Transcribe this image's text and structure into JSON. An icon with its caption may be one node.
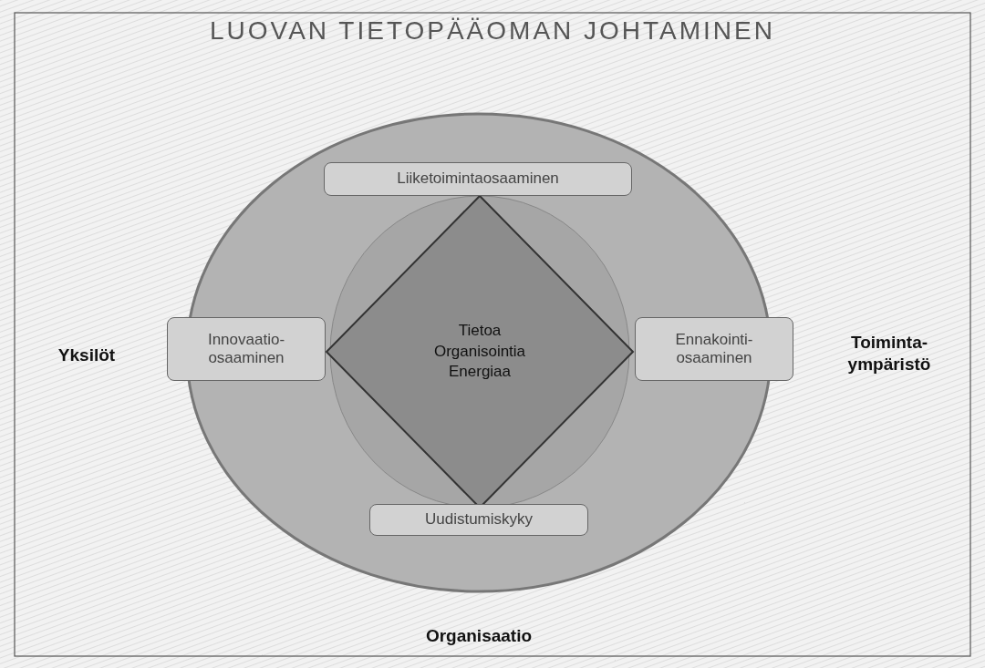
{
  "diagram": {
    "title": "LUOVAN TIETOPÄÄOMAN JOHTAMINEN",
    "nodes": [
      {
        "text": [],
        "shape": "circle"
      },
      {
        "text": [],
        "shape": "circle",
        "in": 0
      },
      {
        "text": [
          "Tietoa Organisointia Energiaa"
        ],
        "in": 1
      },
      {
        "text": [
          "Liiketoimintaosaaminen"
        ],
        "in": 0
      },
      {
        "text": [
          "Innovaatio-osaaminen"
        ]
      },
      {
        "text": [
          "Ennakointi-osaaminen"
        ]
      },
      {
        "text": [
          "Uudistumiskyky"
        ],
        "in": 0
      }
    ],
    "edges": [],
    "labels": [
      "Yksilöt",
      "Toiminta-ympäristö",
      "Organisaatio"
    ]
  }
}
